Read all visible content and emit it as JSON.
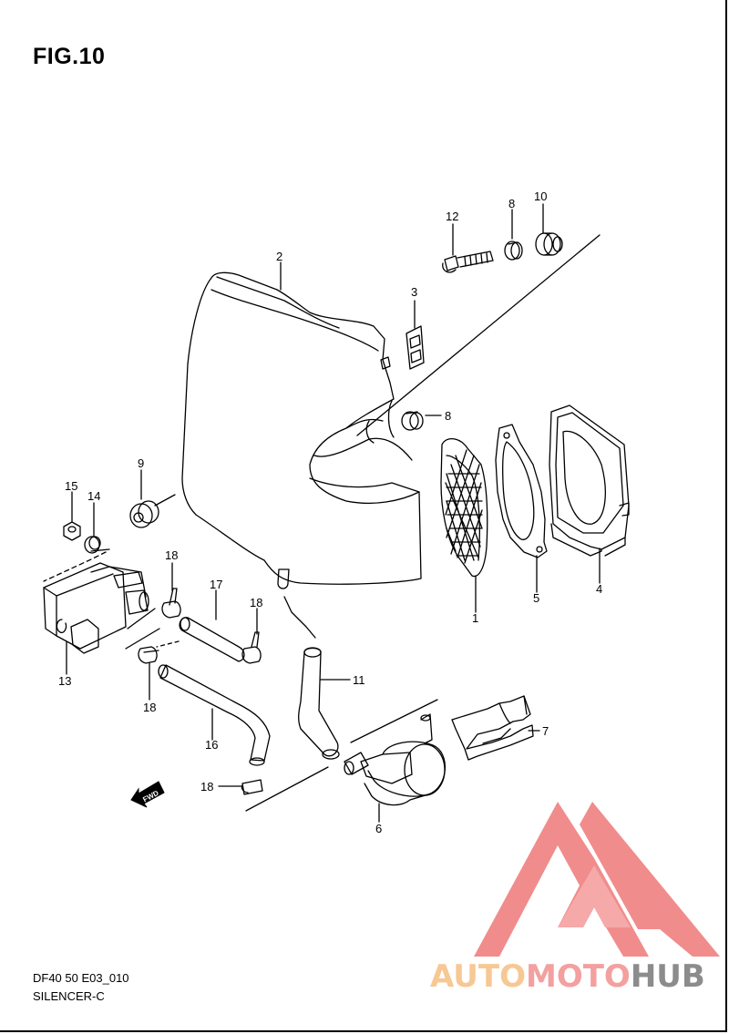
{
  "figure": {
    "title": "FIG.10"
  },
  "callouts": {
    "p1": "1",
    "p2": "2",
    "p3": "3",
    "p4": "4",
    "p5": "5",
    "p6": "6",
    "p7": "7",
    "p8a": "8",
    "p8b": "8",
    "p9": "9",
    "p10": "10",
    "p11": "11",
    "p12": "12",
    "p13": "13",
    "p14": "14",
    "p15": "15",
    "p16": "16",
    "p17": "17",
    "p18a": "18",
    "p18b": "18",
    "p18c": "18",
    "p18d": "18"
  },
  "fwd_label": "FWD",
  "footer": {
    "diagram_code": "DF40 50 E03_010",
    "section_name": "SILENCER-C"
  },
  "watermark": {
    "part1": "AUTO",
    "part2": "MOTO",
    "part3": "HUB"
  },
  "colors": {
    "line": "#000000",
    "watermark_red": "#f08080",
    "watermark_orange": "#f7c894",
    "watermark_gray": "#8c8c8c"
  },
  "icons": [
    "fwd-arrow-icon",
    "automotohub-logo-icon"
  ]
}
